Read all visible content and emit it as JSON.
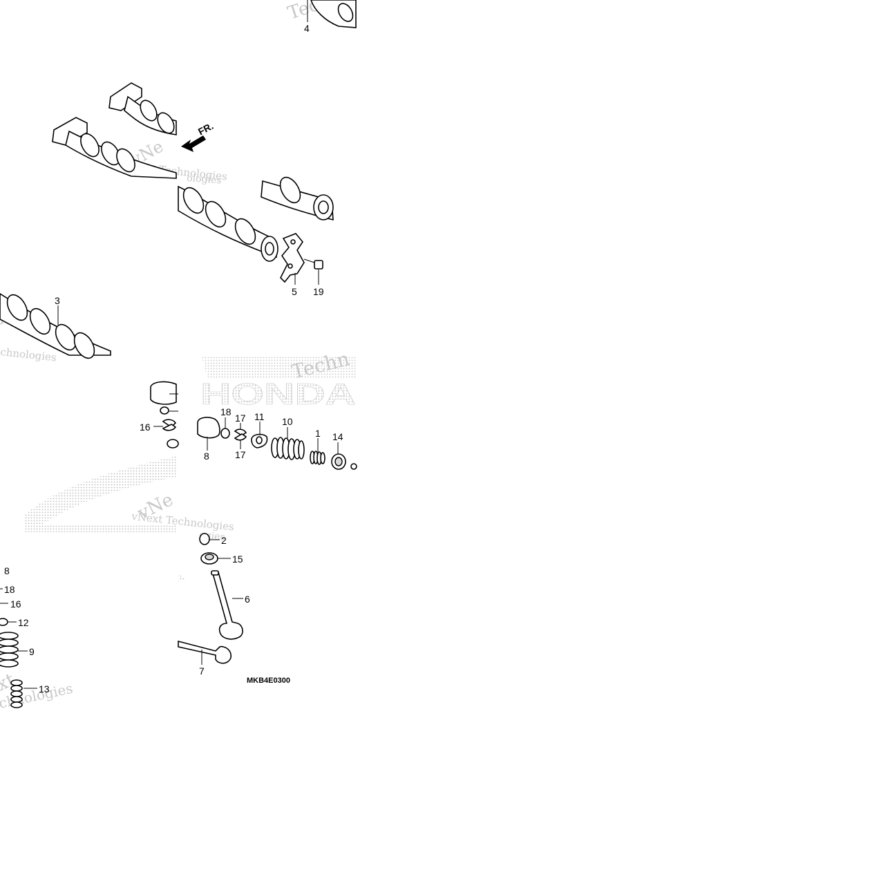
{
  "diagram": {
    "code": "MKB4E0300",
    "front_arrow_label": "FR.",
    "callouts": [
      {
        "id": "c1",
        "label": "1"
      },
      {
        "id": "c2",
        "label": "2"
      },
      {
        "id": "c3",
        "label": "3"
      },
      {
        "id": "c4",
        "label": "4"
      },
      {
        "id": "c5",
        "label": "5"
      },
      {
        "id": "c6",
        "label": "6"
      },
      {
        "id": "c7",
        "label": "7"
      },
      {
        "id": "c8a",
        "label": "8"
      },
      {
        "id": "c8b",
        "label": "8"
      },
      {
        "id": "c9",
        "label": "9"
      },
      {
        "id": "c10",
        "label": "10"
      },
      {
        "id": "c11",
        "label": "11"
      },
      {
        "id": "c12",
        "label": "12"
      },
      {
        "id": "c13",
        "label": "13"
      },
      {
        "id": "c14",
        "label": "14"
      },
      {
        "id": "c15",
        "label": "15"
      },
      {
        "id": "c16a",
        "label": "16"
      },
      {
        "id": "c16b",
        "label": "16"
      },
      {
        "id": "c17a",
        "label": "17"
      },
      {
        "id": "c17b",
        "label": "17"
      },
      {
        "id": "c18a",
        "label": "18"
      },
      {
        "id": "c18b",
        "label": "18"
      },
      {
        "id": "c19",
        "label": "19"
      }
    ]
  },
  "watermark": {
    "brand_text": "HONDA",
    "texts": [
      "vNext Technologies",
      "Technologies",
      "Techno",
      "vNe",
      "Techn",
      "xt",
      "chnologies",
      "ologies",
      "ogies"
    ]
  },
  "colors": {
    "background": "#ffffff",
    "line": "#000000",
    "watermark": "#c8c8c8",
    "watermark_dots": "#bdbdbd"
  }
}
